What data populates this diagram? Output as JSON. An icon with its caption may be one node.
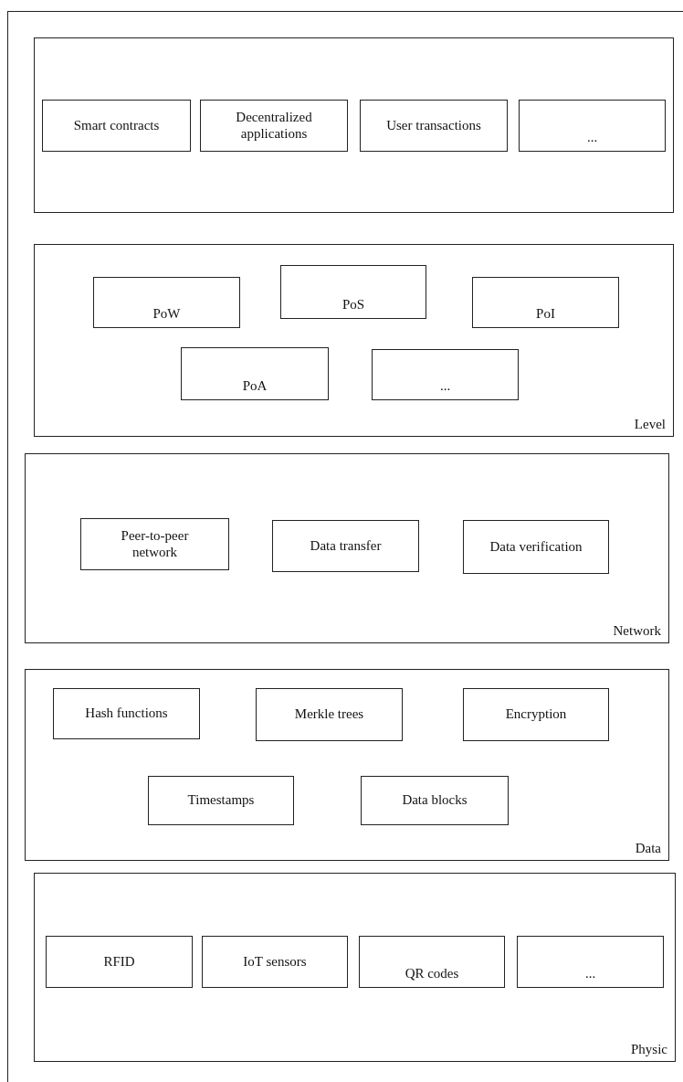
{
  "diagram": {
    "nodes": [
      {
        "text": [],
        "shape": "box"
      },
      {
        "text": [
          "Smart contracts"
        ],
        "in": 0
      },
      {
        "text": [
          "Decentralized applications"
        ],
        "in": 0
      },
      {
        "text": [
          "User transactions"
        ],
        "in": 0
      },
      {
        "text": [
          "..."
        ],
        "in": 0
      },
      {
        "text": [
          "Level"
        ]
      },
      {
        "text": [
          "PoW"
        ],
        "in": 5
      },
      {
        "text": [
          "PoS"
        ],
        "in": 5
      },
      {
        "text": [
          "PoI"
        ],
        "in": 5
      },
      {
        "text": [
          "PoA"
        ],
        "in": 5
      },
      {
        "text": [
          "..."
        ],
        "in": 5
      },
      {
        "text": [
          "Network"
        ]
      },
      {
        "text": [
          "Peer-to-peer network"
        ],
        "in": 11
      },
      {
        "text": [
          "Data transfer"
        ],
        "in": 11
      },
      {
        "text": [
          "Data verification"
        ],
        "in": 11
      },
      {
        "text": [
          "Data"
        ]
      },
      {
        "text": [
          "Hash functions"
        ],
        "in": 15
      },
      {
        "text": [
          "Merkle trees"
        ],
        "in": 15
      },
      {
        "text": [
          "Encryption"
        ],
        "in": 15
      },
      {
        "text": [
          "Timestamps"
        ],
        "in": 15
      },
      {
        "text": [
          "Data blocks"
        ],
        "in": 15
      },
      {
        "text": [
          "Physic"
        ]
      },
      {
        "text": [
          "RFID"
        ],
        "in": 21
      },
      {
        "text": [
          "IoT sensors"
        ],
        "in": 21
      },
      {
        "text": [
          "QR codes"
        ],
        "in": 21
      },
      {
        "text": [
          "..."
        ],
        "in": 21
      }
    ],
    "edges": []
  }
}
